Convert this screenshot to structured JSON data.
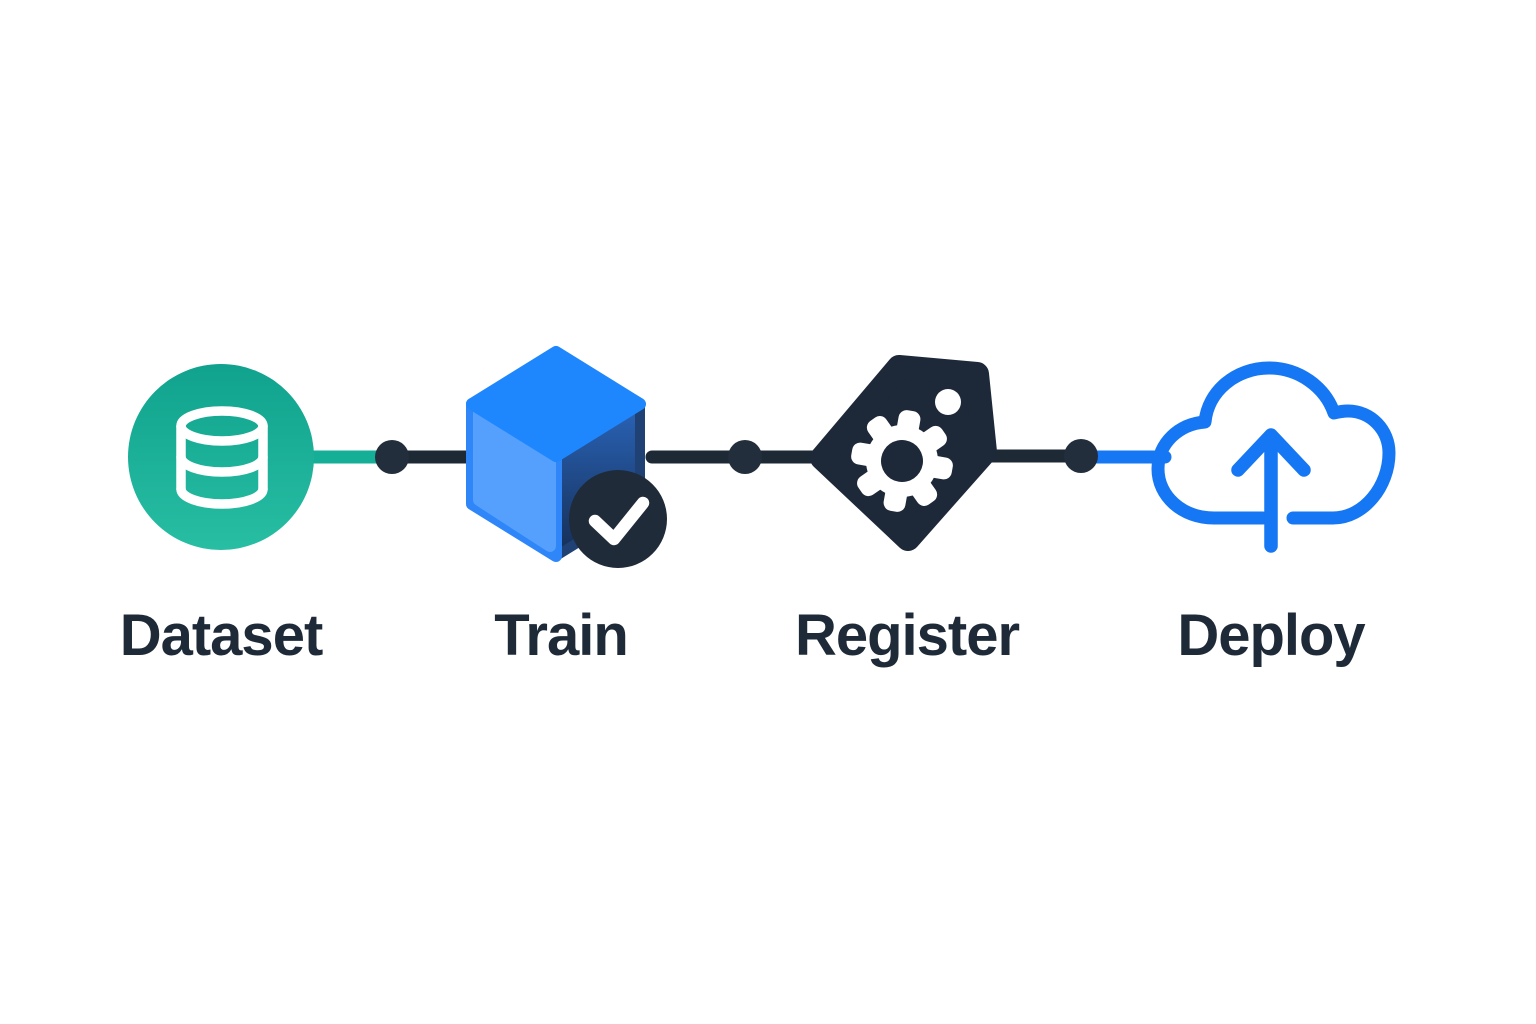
{
  "diagram": {
    "type": "ml-pipeline-flow",
    "background": "#FFFFFF",
    "label_color": "#1E2A38",
    "stages": [
      {
        "label": "Dataset",
        "icon": "database-icon",
        "shape": "circle",
        "color": "#15AE97"
      },
      {
        "label": "Train",
        "icon": "cube-icon",
        "badge": "check-badge",
        "color": "#1F87FE"
      },
      {
        "label": "Register",
        "icon": "tag-gear-icon",
        "shape": "tag",
        "color": "#1D2939"
      },
      {
        "label": "Deploy",
        "icon": "cloud-upload-icon",
        "shape": "cloud-outline",
        "color": "#1577F3"
      }
    ],
    "connectors": [
      {
        "from": "Dataset",
        "to": "Train",
        "left_color": "#15AE97",
        "right_color": "#1E2936",
        "dot_color": "#222E3C"
      },
      {
        "from": "Train",
        "to": "Register",
        "left_color": "#1E2936",
        "right_color": "#1E2936",
        "dot_color": "#222E3C"
      },
      {
        "from": "Register",
        "to": "Deploy",
        "left_color": "#1E2936",
        "right_color": "#1577F3",
        "dot_color": "#222E3C"
      }
    ],
    "palette": {
      "teal": "#15AE97",
      "teal_gradient_top": "#10A28D",
      "teal_gradient_bottom": "#27BEA3",
      "cube_top": "#1F87FE",
      "cube_left_rim": "#2E86F8",
      "cube_left_face": "#54A0FC",
      "cube_right_top": "#2A64B8",
      "cube_right_bottom": "#152E56",
      "navy": "#1D2939",
      "badge_navy": "#202B39",
      "blue": "#1577F3",
      "white": "#FFFFFF"
    }
  }
}
